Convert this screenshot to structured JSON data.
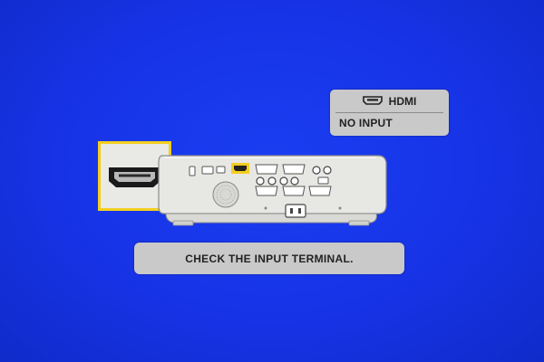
{
  "osd": {
    "source": {
      "name": "HDMI",
      "icon": "hdmi-port-icon",
      "status": "NO INPUT"
    },
    "message": "CHECK THE INPUT TERMINAL.",
    "highlighted_port": "hdmi",
    "colors": {
      "background": "#1733e6",
      "panel": "#c9c9c9",
      "highlight": "#f2cf1f",
      "leader_line": "#c0282b"
    }
  }
}
